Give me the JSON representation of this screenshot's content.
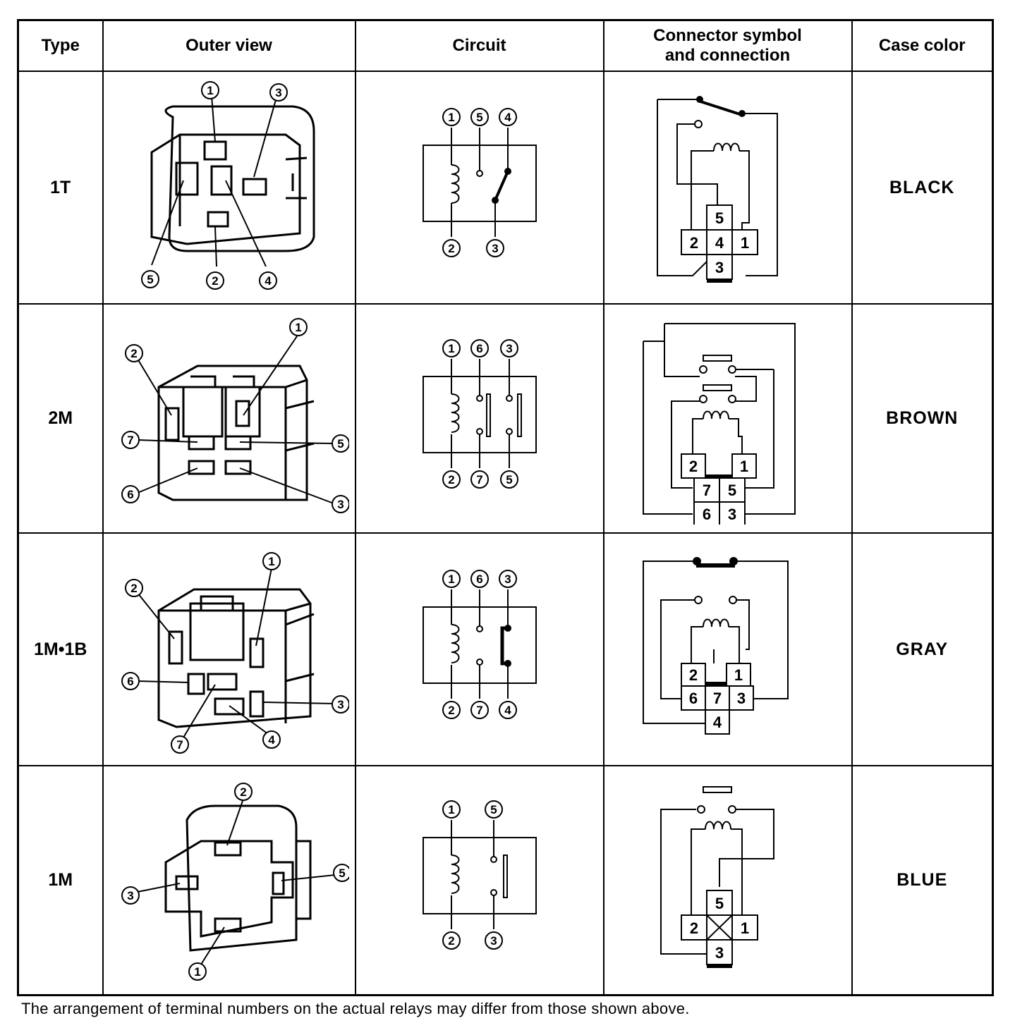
{
  "headers": {
    "type": "Type",
    "outer": "Outer view",
    "circuit": "Circuit",
    "connector_line1": "Connector symbol",
    "connector_line2": "and connection",
    "color": "Case color"
  },
  "rows": [
    {
      "type": "1T",
      "color": "BLACK",
      "outer_terminals": [
        "1",
        "3",
        "5",
        "2",
        "4"
      ],
      "circuit_terminals_top": [
        "1",
        "5",
        "4"
      ],
      "circuit_terminals_bottom": [
        "2",
        "3"
      ],
      "connector_pins": [
        "5",
        "2",
        "4",
        "1",
        "3"
      ]
    },
    {
      "type": "2M",
      "color": "BROWN",
      "outer_terminals": [
        "1",
        "2",
        "7",
        "5",
        "6",
        "3"
      ],
      "circuit_terminals_top": [
        "1",
        "6",
        "3"
      ],
      "circuit_terminals_bottom": [
        "2",
        "7",
        "5"
      ],
      "connector_pins": [
        "2",
        "1",
        "7",
        "5",
        "6",
        "3"
      ]
    },
    {
      "type": "1M•1B",
      "color": "GRAY",
      "outer_terminals": [
        "1",
        "2",
        "6",
        "3",
        "7",
        "4"
      ],
      "circuit_terminals_top": [
        "1",
        "6",
        "3"
      ],
      "circuit_terminals_bottom": [
        "2",
        "7",
        "4"
      ],
      "connector_pins": [
        "2",
        "1",
        "6",
        "7",
        "3",
        "4"
      ]
    },
    {
      "type": "1M",
      "color": "BLUE",
      "outer_terminals": [
        "2",
        "5",
        "3",
        "1"
      ],
      "circuit_terminals_top": [
        "1",
        "5"
      ],
      "circuit_terminals_bottom": [
        "2",
        "3"
      ],
      "connector_pins": [
        "5",
        "2",
        "1",
        "3"
      ]
    }
  ],
  "footnote": "The arrangement of terminal numbers on the actual relays may differ from those shown above."
}
